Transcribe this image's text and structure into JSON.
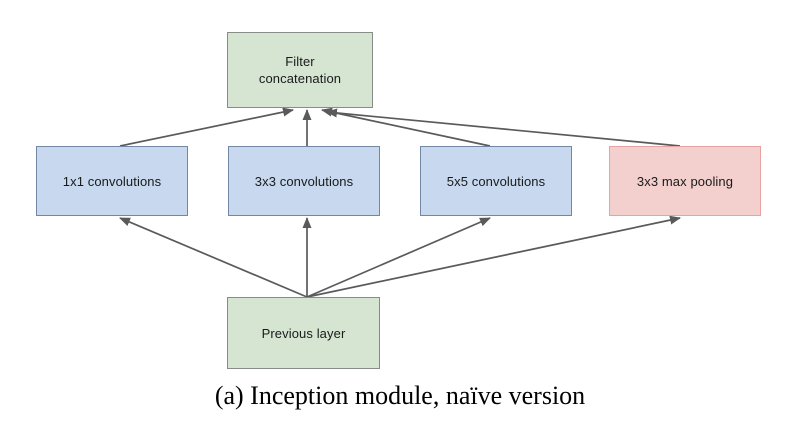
{
  "figure": {
    "caption": "(a) Inception module, naïve version",
    "colors": {
      "green_fill": "#d6e5d2",
      "green_stroke": "#888c88",
      "blue_fill": "#c7d8ef",
      "blue_stroke": "#7287a4",
      "red_fill": "#f3cfce",
      "red_stroke": "#e6a3a2",
      "edge_stroke": "#5a5a5a",
      "text": "#1a1a1a",
      "background": "#ffffff"
    }
  },
  "diagram": {
    "type": "flow-diagram",
    "nodes": [
      {
        "id": "filter-concat",
        "label": "Filter\nconcatenation",
        "style": "green",
        "row": "top"
      },
      {
        "id": "conv-1x1",
        "label": "1x1 convolutions",
        "style": "blue",
        "row": "middle"
      },
      {
        "id": "conv-3x3",
        "label": "3x3 convolutions",
        "style": "blue",
        "row": "middle"
      },
      {
        "id": "conv-5x5",
        "label": "5x5 convolutions",
        "style": "blue",
        "row": "middle"
      },
      {
        "id": "maxpool-3x3",
        "label": "3x3 max pooling",
        "style": "red",
        "row": "middle"
      },
      {
        "id": "previous-layer",
        "label": "Previous layer",
        "style": "green",
        "row": "bottom"
      }
    ],
    "edges": [
      {
        "from": "previous-layer",
        "to": "conv-1x1"
      },
      {
        "from": "previous-layer",
        "to": "conv-3x3"
      },
      {
        "from": "previous-layer",
        "to": "conv-5x5"
      },
      {
        "from": "previous-layer",
        "to": "maxpool-3x3"
      },
      {
        "from": "conv-1x1",
        "to": "filter-concat"
      },
      {
        "from": "conv-3x3",
        "to": "filter-concat"
      },
      {
        "from": "conv-5x5",
        "to": "filter-concat"
      },
      {
        "from": "maxpool-3x3",
        "to": "filter-concat"
      }
    ]
  }
}
